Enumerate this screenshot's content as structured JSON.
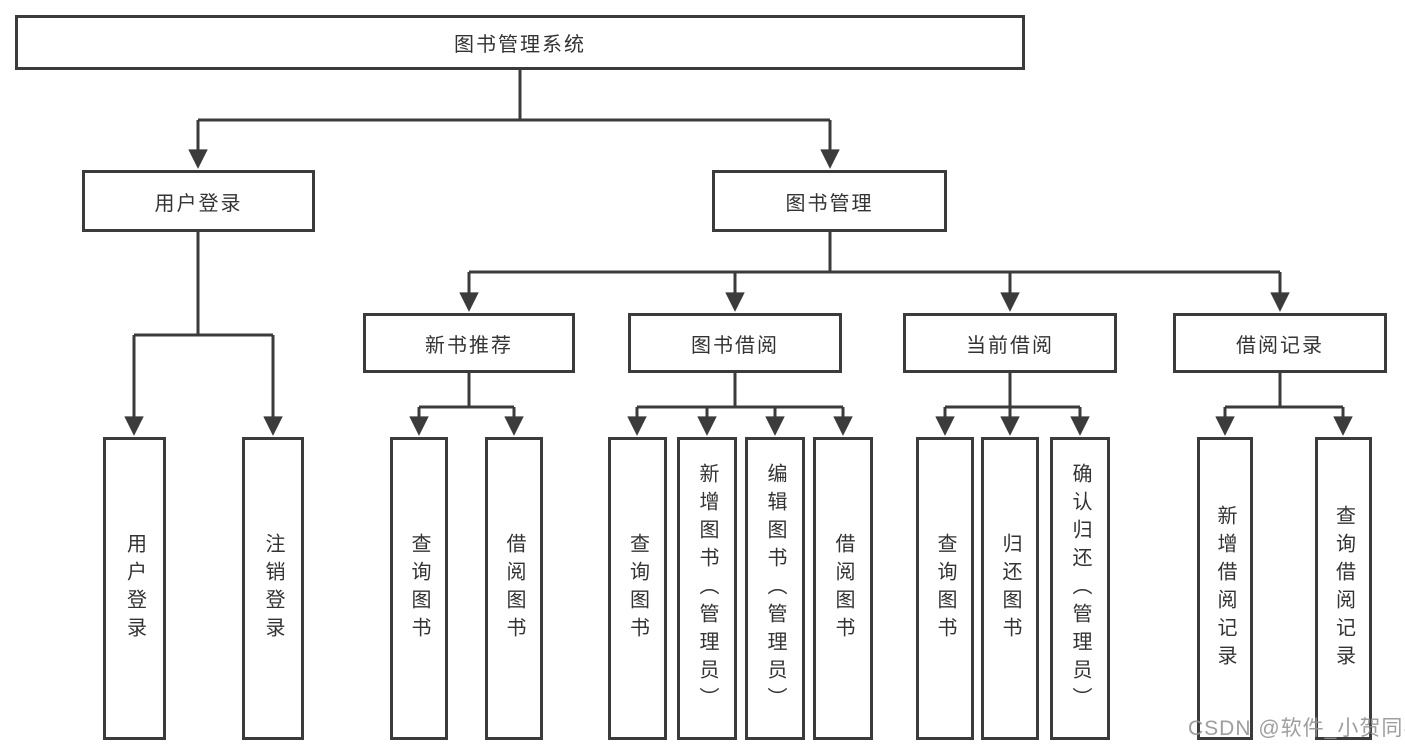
{
  "watermark": {
    "text": "CSDN @软件_小贺同学"
  },
  "colors": {
    "line": "#3b3b3b",
    "border": "#3b3b3b",
    "text": "#333333",
    "background": "#ffffff",
    "watermark": "#949494"
  },
  "tree": {
    "label": "图书管理系统",
    "children": [
      {
        "label": "用户登录",
        "children": [
          {
            "label": "用户登录"
          },
          {
            "label": "注销登录"
          }
        ]
      },
      {
        "label": "图书管理",
        "children": [
          {
            "label": "新书推荐",
            "children": [
              {
                "label": "查询图书"
              },
              {
                "label": "借阅图书"
              }
            ]
          },
          {
            "label": "图书借阅",
            "children": [
              {
                "label": "查询图书"
              },
              {
                "label": "新增图书（管理员）"
              },
              {
                "label": "编辑图书（管理员）"
              },
              {
                "label": "借阅图书"
              }
            ]
          },
          {
            "label": "当前借阅",
            "children": [
              {
                "label": "查询图书"
              },
              {
                "label": "归还图书"
              },
              {
                "label": "确认归还（管理员）"
              }
            ]
          },
          {
            "label": "借阅记录",
            "children": [
              {
                "label": "新增借阅记录"
              },
              {
                "label": "查询借阅记录"
              }
            ]
          }
        ]
      }
    ]
  }
}
